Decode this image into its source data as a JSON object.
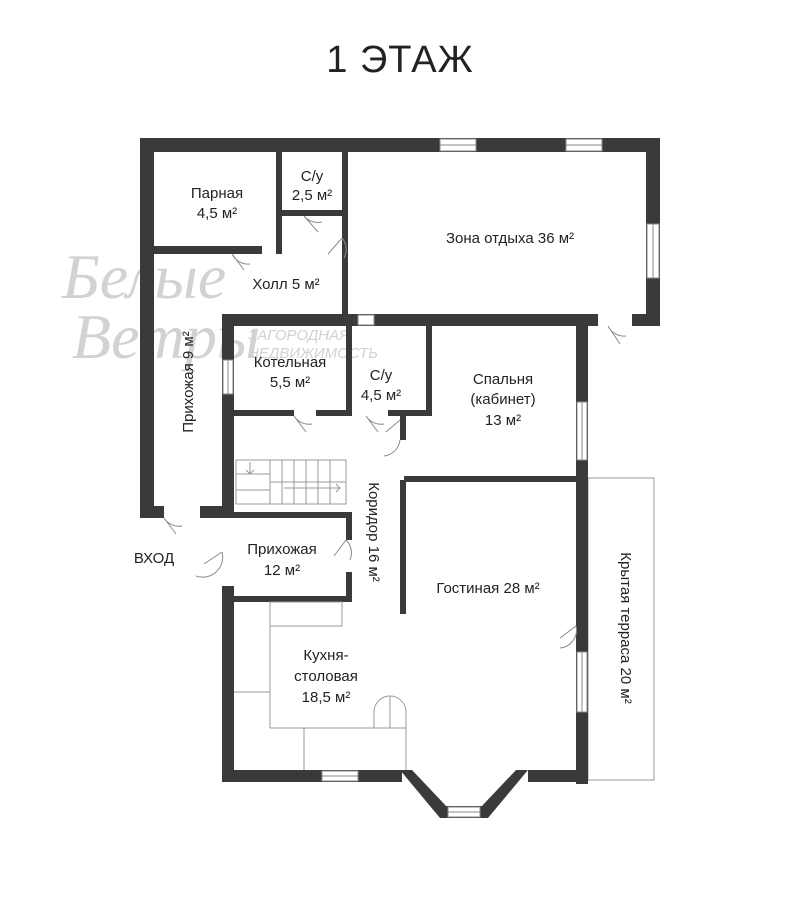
{
  "title": "1 ЭТАЖ",
  "entrance": "ВХОД",
  "watermark": {
    "line1": "Белые",
    "line2": "Ветры",
    "line3": "ЗАГОРОДНАЯ",
    "line4": "НЕДВИЖИМОСТЬ"
  },
  "rooms": {
    "sauna": {
      "name": "Парная",
      "area": "4,5 м²"
    },
    "wc1": {
      "name": "С/у",
      "area": "2,5 м²"
    },
    "lounge": {
      "label": "Зона отдыха 36 м²"
    },
    "hall": {
      "label": "Холл 5 м²"
    },
    "vestibule_left": {
      "label": "Прихожая 9 м²"
    },
    "boiler": {
      "name": "Котельная",
      "area": "5,5 м²"
    },
    "wc2": {
      "name": "С/у",
      "area": "4,5 м²"
    },
    "bedroom": {
      "line1": "Спальня",
      "line2": "(кабинет)",
      "area": "13 м²"
    },
    "corridor": {
      "label": "Коридор 16 м²"
    },
    "vestibule": {
      "name": "Прихожая",
      "area": "12 м²"
    },
    "living": {
      "label": "Гостиная 28 м²"
    },
    "kitchen": {
      "line1": "Кухня-",
      "line2": "столовая",
      "area": "18,5 м²"
    },
    "terrace": {
      "label": "Крытая терраса 20 м²"
    }
  },
  "colors": {
    "wall": "#3a3a3a",
    "line": "#8a8a8a",
    "watermark": "#d2d2d2"
  }
}
